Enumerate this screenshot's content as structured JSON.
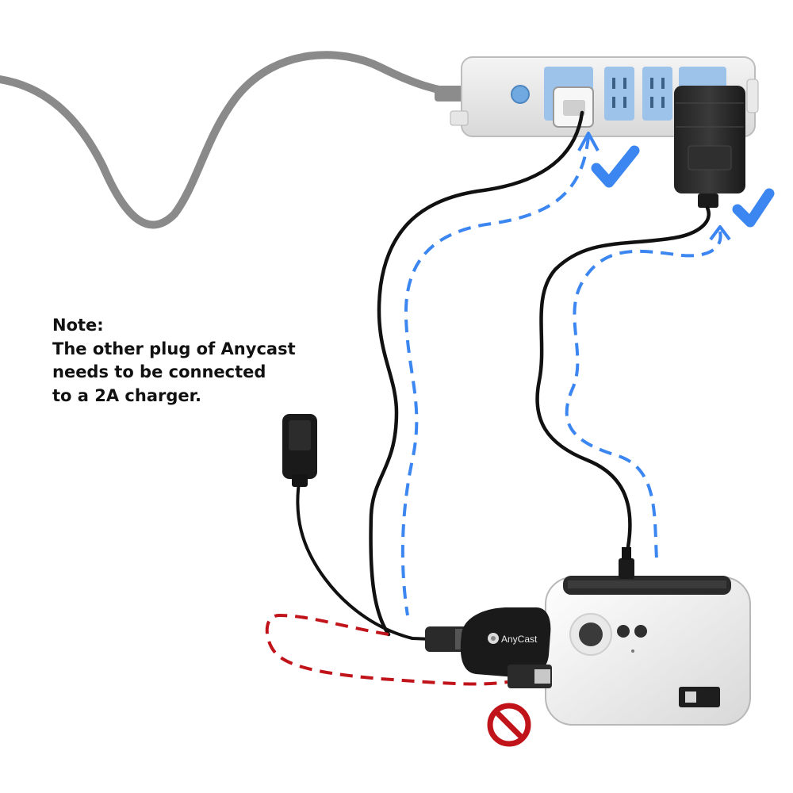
{
  "note": {
    "heading": "Note:",
    "lines": [
      "The other plug of Anycast",
      "needs to be connected",
      "to a 2A charger."
    ]
  },
  "device": {
    "brand": "AnyCast"
  },
  "icons": {
    "correct_mark": "checkmark-icon",
    "wrong_mark": "prohibited-icon",
    "power_button": "power-icon"
  },
  "colors": {
    "correct_path": "#3b86f0",
    "wrong_path": "#c0141a",
    "cable": "#111111",
    "mains_cord": "#888888"
  }
}
